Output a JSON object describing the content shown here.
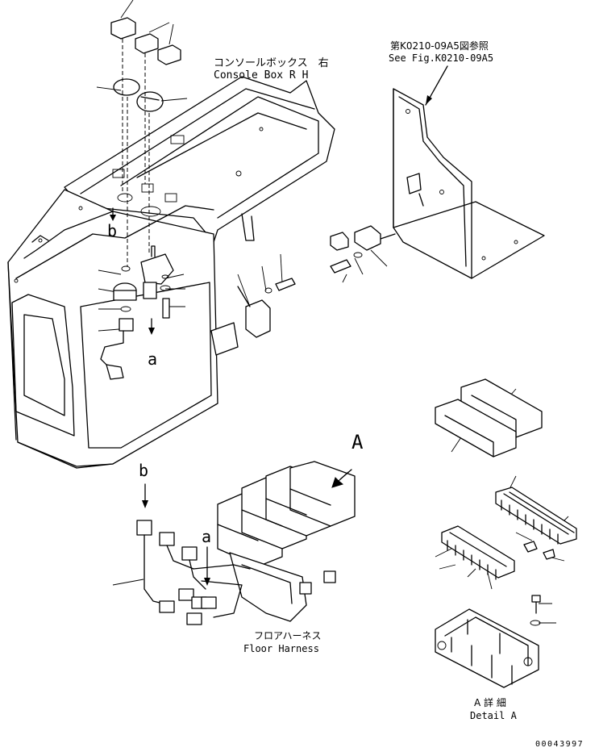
{
  "labels": {
    "console_box_jp": "コンソールボックス　右",
    "console_box_en": "Console Box R H",
    "ref_jp": "第K0210-09A5図参照",
    "ref_en": "See Fig.K0210-09A5",
    "floor_harness_jp": "フロアハーネス",
    "floor_harness_en": "Floor Harness",
    "detail_jp": "A 詳 細",
    "detail_en": "Detail A",
    "view_a": "A",
    "arrow_a_top": "a",
    "arrow_a_bottom": "a",
    "arrow_b_top": "b",
    "arrow_b_bottom": "b",
    "drawing_number": "00043997"
  }
}
